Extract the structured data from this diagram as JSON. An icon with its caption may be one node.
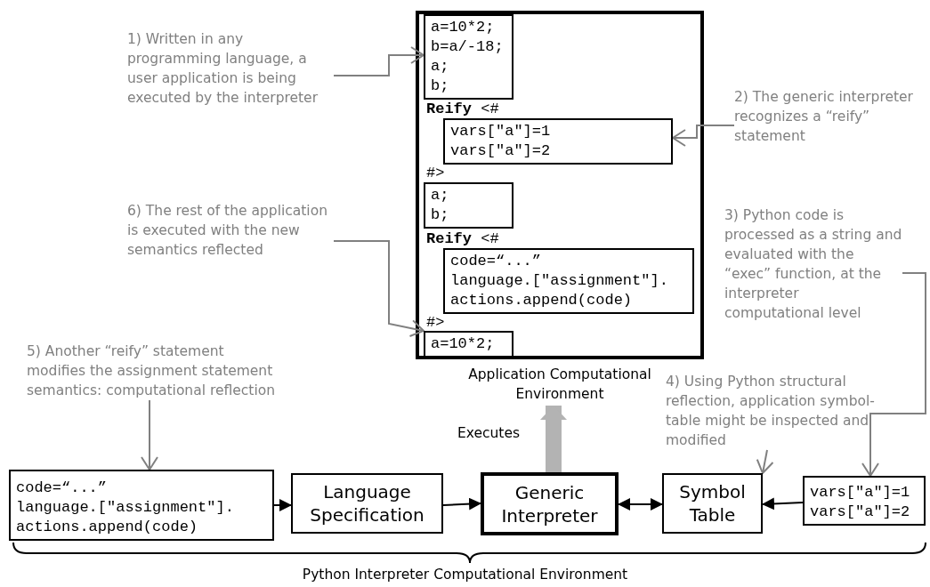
{
  "diagram": {
    "nodes": [
      {
        "text": [
          "Application Computational Environment"
        ]
      },
      {
        "text": [
          "a=10*2; b=a/-18; a; b;"
        ],
        "in": 0
      },
      {
        "text": [
          "vars[\"a\"]=1 vars[\"a\"]=2"
        ],
        "in": 0
      },
      {
        "text": [
          "a; b;"
        ],
        "in": 0
      },
      {
        "text": [
          "code=“...” language.[\"assignment\"]. actions.append(code)"
        ],
        "in": 0
      },
      {
        "text": [
          "a=10*2;"
        ],
        "in": 0
      },
      {
        "text": [
          "1) Written in any programming language, a user application is being executed by the interpreter"
        ]
      },
      {
        "text": [
          "2) The generic interpreter recognizes a “reify” statement"
        ]
      },
      {
        "text": [
          "6) The rest of the application is executed with the new semantics reflected"
        ]
      },
      {
        "text": [
          "3) Python code is processed as a string and evaluated with the “exec” function, at the interpreter computational level"
        ]
      },
      {
        "text": [
          "5) Another “reify” statement modifies the assignment statement semantics: computational reflection"
        ]
      },
      {
        "text": [
          "code=“...” language.[\"assignment\"]. actions.append(code)"
        ]
      },
      {
        "text": [
          "Language Specification"
        ]
      },
      {
        "text": [
          "Generic Interpreter"
        ]
      },
      {
        "text": [
          "Symbol Table"
        ]
      },
      {
        "text": [
          "vars[\"a\"]=1 vars[\"a\"]=2"
        ]
      },
      {
        "text": [
          "4) Using Python structural reflection, application symbol-table might be inspected and modified"
        ]
      }
    ],
    "edges": [
      {
        "from": 6,
        "to": 1,
        "arrow": "to"
      },
      {
        "from": 7,
        "to": 2,
        "arrow": "to"
      },
      {
        "from": 8,
        "to": 5,
        "arrow": "to"
      },
      {
        "from": 9,
        "to": 15,
        "arrow": "to"
      },
      {
        "from": 10,
        "to": 11,
        "arrow": "to"
      },
      {
        "from": 16,
        "to": 14,
        "arrow": "to"
      },
      {
        "from": 11,
        "to": 12,
        "arrow": "to",
        "color": "#000000"
      },
      {
        "from": 12,
        "to": 13,
        "arrow": "to",
        "color": "#000000"
      },
      {
        "from": 13,
        "to": 14,
        "arrow": "both",
        "color": "#000000"
      },
      {
        "from": 15,
        "to": 14,
        "arrow": "to",
        "color": "#000000"
      },
      {
        "from": 13,
        "to": 0,
        "arrow": "to",
        "label": "Executes",
        "style": "thick",
        "color": "#b3b3b3"
      }
    ],
    "labels": [
      "**Reify** <#",
      "#>",
      "**Reify** <#",
      "#>",
      "Python Interpreter Computational Environment"
    ]
  }
}
